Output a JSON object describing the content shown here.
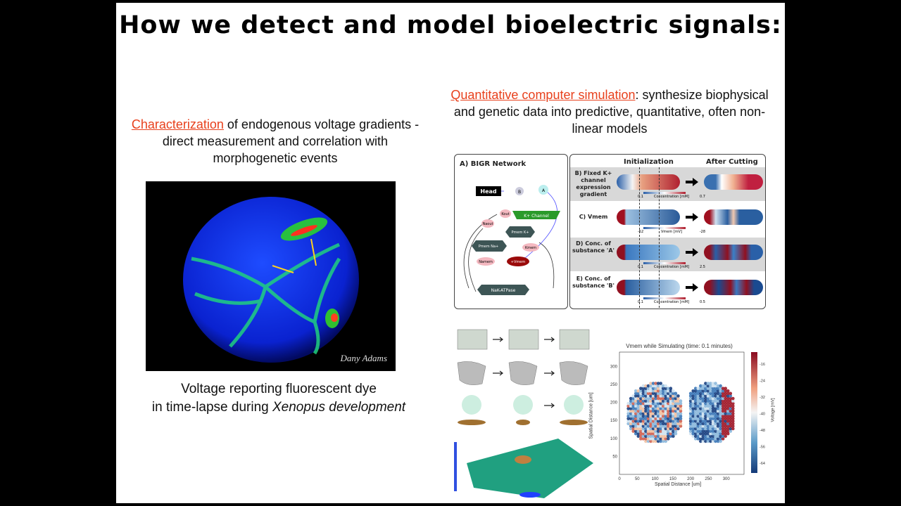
{
  "title": "How we detect and model bioelectric signals:",
  "left": {
    "highlight": "Characterization",
    "text": " of endogenous voltage gradients - direct measurement and correlation with morphogenetic events",
    "credit": "Dany Adams",
    "caption_line1": "Voltage reporting fluorescent dye",
    "caption_line2_pre": "in time-lapse during ",
    "caption_line2_em": "Xenopus development"
  },
  "right": {
    "highlight": "Quantitative computer simulation",
    "text": ": synthesize biophysical and genetic data into predictive, quantitative, often non-linear models"
  },
  "bigr": {
    "title": "A) BIGR Network",
    "nodes": [
      "Head",
      "B",
      "A",
      "K+ Channel",
      "Kout",
      "Pmem K+",
      "Naout",
      "Pmem Na+",
      "Kmem",
      "Namem",
      "+Vmem",
      "NaK-ATPase"
    ]
  },
  "cuts": {
    "col1": "Initialization",
    "col2": "After Cutting",
    "rows": [
      {
        "label": "B) Fixed K+ channel expression gradient",
        "scale": [
          "0.1",
          "Concentration [mM]",
          "0.7"
        ]
      },
      {
        "label": "C) Vmem",
        "scale": [
          "-52",
          "Vmem [mV]",
          "-28"
        ]
      },
      {
        "label": "D) Conc. of substance 'A'",
        "scale": [
          "0.1",
          "Concentration [mM]",
          "2.5"
        ]
      },
      {
        "label": "E) Conc. of substance 'B'",
        "scale": [
          "0.1",
          "Concentration [mM]",
          "0.5"
        ]
      }
    ]
  },
  "chart_data": {
    "type": "scatter",
    "title": "Vmem while Simulating (time: 0.1 minutes)",
    "xlabel": "Spatial Distance [um]",
    "ylabel": "Spatial Distance [um]",
    "xticks": [
      "0",
      "50",
      "100",
      "150",
      "200",
      "250",
      "300"
    ],
    "yticks": [
      "50",
      "100",
      "150",
      "200",
      "250",
      "300"
    ],
    "xlim": [
      0,
      350
    ],
    "ylim": [
      0,
      340
    ],
    "colorbar_label": "Voltage [mV]",
    "colorbar_ticks": [
      "-16",
      "-24",
      "-32",
      "-40",
      "-48",
      "-56",
      "-64"
    ]
  },
  "colors": {
    "accent": "#e8401c"
  }
}
